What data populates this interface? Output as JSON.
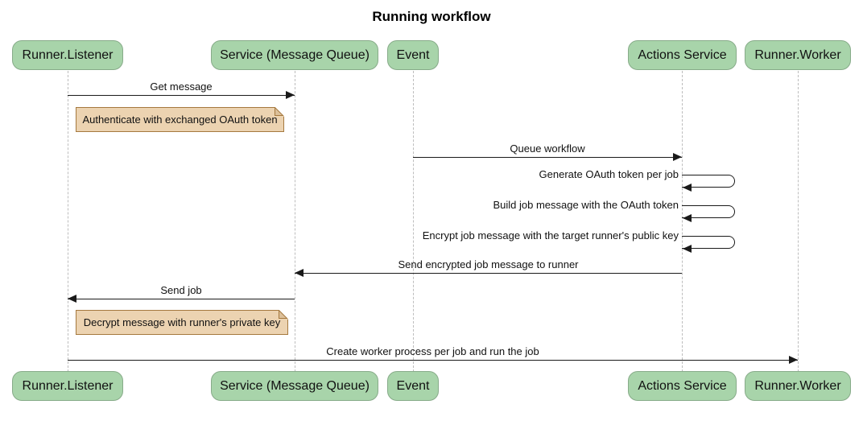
{
  "title": "Running workflow",
  "diagram_type": "sequence-diagram",
  "participants": [
    {
      "id": "runner-listener",
      "label": "Runner.Listener"
    },
    {
      "id": "service-message-queue",
      "label": "Service (Message Queue)"
    },
    {
      "id": "event",
      "label": "Event"
    },
    {
      "id": "actions-service",
      "label": "Actions Service"
    },
    {
      "id": "runner-worker",
      "label": "Runner.Worker"
    }
  ],
  "messages": [
    {
      "label": "Get message",
      "from": "Runner.Listener",
      "to": "Service (Message Queue)",
      "kind": "solid-arrow"
    },
    {
      "label": "Queue workflow",
      "from": "Event",
      "to": "Actions Service",
      "kind": "solid-arrow"
    },
    {
      "label": "Generate OAuth token per job",
      "from": "Actions Service",
      "to": "Actions Service",
      "kind": "self-loop"
    },
    {
      "label": "Build job message with the OAuth token",
      "from": "Actions Service",
      "to": "Actions Service",
      "kind": "self-loop"
    },
    {
      "label": "Encrypt job message with the target runner's public key",
      "from": "Actions Service",
      "to": "Actions Service",
      "kind": "self-loop"
    },
    {
      "label": "Send encrypted job message to runner",
      "from": "Actions Service",
      "to": "Service (Message Queue)",
      "kind": "solid-arrow"
    },
    {
      "label": "Send job",
      "from": "Service (Message Queue)",
      "to": "Runner.Listener",
      "kind": "solid-arrow"
    },
    {
      "label": "Create worker process per job and run the job",
      "from": "Runner.Listener",
      "to": "Runner.Worker",
      "kind": "solid-arrow"
    }
  ],
  "notes": [
    {
      "text": "Authenticate with exchanged OAuth token",
      "position": "right of Runner.Listener"
    },
    {
      "text": "Decrypt message with runner's private key",
      "position": "right of Runner.Listener"
    }
  ],
  "colors": {
    "actor_fill": "#a8d4aa",
    "actor_border": "#87ab89",
    "note_fill": "#ecd3b1",
    "note_border": "#a5793f",
    "note_fold": "#dcc09a",
    "lifeline": "#bdbdbd",
    "line": "#1a1a1a",
    "text": "#111111",
    "background": "#ffffff"
  }
}
